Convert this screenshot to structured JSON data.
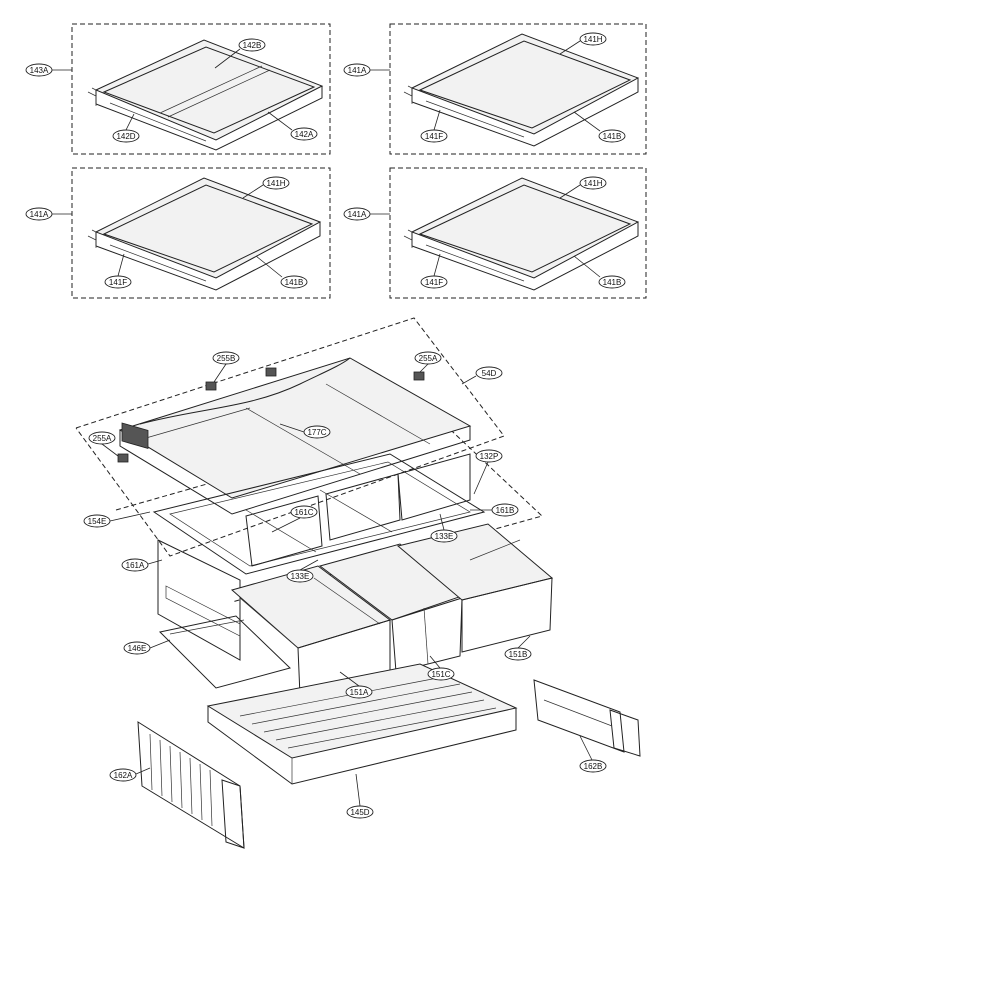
{
  "diagram": {
    "labels": {
      "p143A": "143A",
      "p142B": "142B",
      "p142D": "142D",
      "p142A": "142A",
      "tr141A": "141A",
      "tr141H": "141H",
      "tr141F": "141F",
      "tr141B": "141B",
      "bl141A": "141A",
      "bl141H": "141H",
      "bl141F": "141F",
      "bl141B": "141B",
      "br141A": "141A",
      "br141H": "141H",
      "br141F": "141F",
      "br141B": "141B",
      "p255B": "255B",
      "p255A_top": "255A",
      "p54D": "54D",
      "p255A_left": "255A",
      "p177C": "177C",
      "p132P": "132P",
      "p161B": "161B",
      "p154E": "154E",
      "p161C": "161C",
      "p133E_right": "133E",
      "p161A": "161A",
      "p133E_left": "133E",
      "p146E": "146E",
      "p151B": "151B",
      "p151A": "151A",
      "p151C": "151C",
      "p162A": "162A",
      "p162B": "162B",
      "p145D": "145D"
    }
  }
}
